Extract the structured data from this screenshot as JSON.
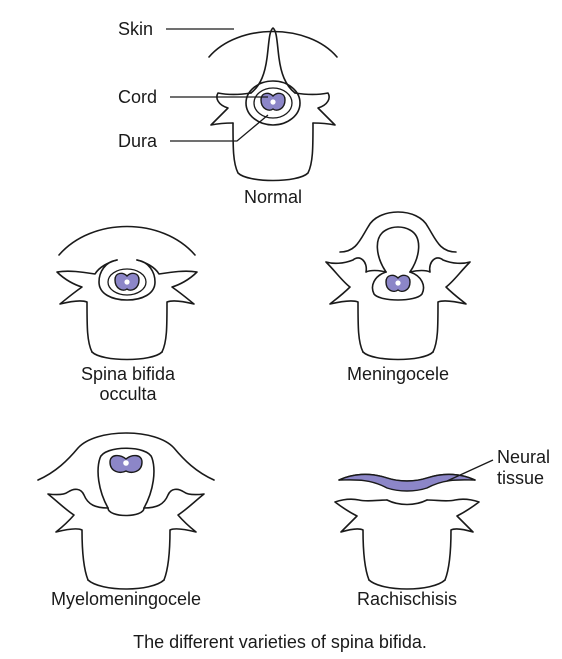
{
  "colors": {
    "neural_tissue": "#8c86c8",
    "line": "#1a1a1a",
    "background": "#ffffff"
  },
  "labels": {
    "skin": "Skin",
    "cord": "Cord",
    "dura": "Dura",
    "neural": "Neural",
    "tissue": "tissue"
  },
  "variants": {
    "normal": "Normal",
    "spina_line1": "Spina bifida",
    "spina_line2": "occulta",
    "meningocele": "Meningocele",
    "myelomeningocele": "Myelomeningocele",
    "rachischisis": "Rachischisis"
  },
  "caption": "The different varieties of spina bifida."
}
